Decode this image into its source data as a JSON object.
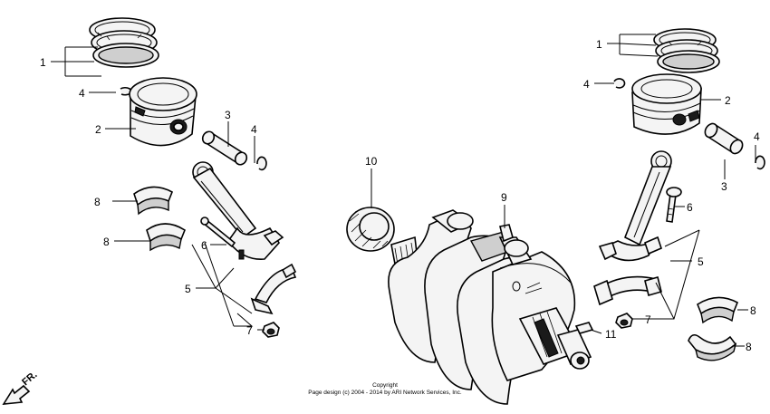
{
  "callouts": {
    "left": {
      "n1": "1",
      "n2": "2",
      "n3": "3",
      "n4a": "4",
      "n4b": "4",
      "n5": "5",
      "n6": "6",
      "n7": "7",
      "n8a": "8",
      "n8b": "8"
    },
    "center": {
      "n9": "9",
      "n10": "10",
      "n11": "11"
    },
    "right": {
      "n1": "1",
      "n2": "2",
      "n3": "3",
      "n4a": "4",
      "n4b": "4",
      "n5": "5",
      "n6": "6",
      "n7": "7",
      "n8a": "8",
      "n8b": "8"
    }
  },
  "direction": {
    "label": "FR."
  },
  "footer": {
    "line1": "Copyright",
    "line2": "Page design (c) 2004 - 2014 by ARI Network Services, Inc."
  }
}
